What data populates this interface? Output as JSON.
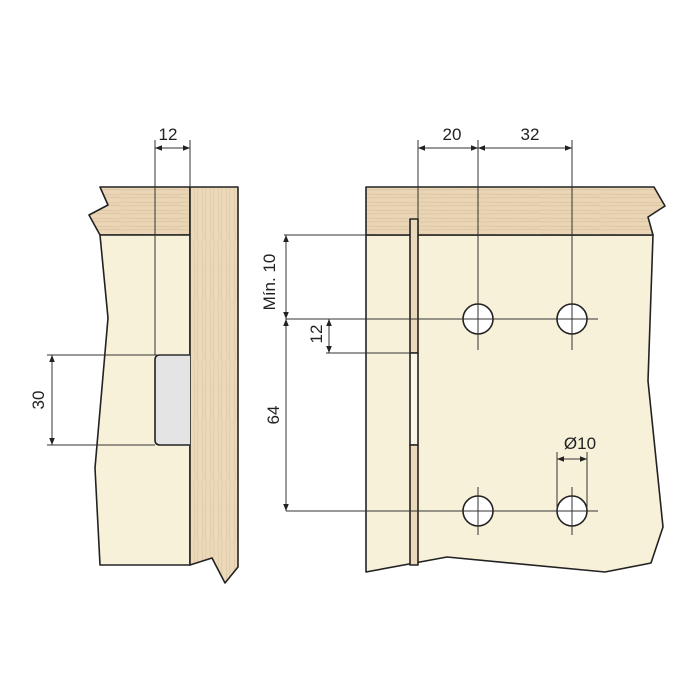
{
  "left_view": {
    "dim_width": "12",
    "dim_height": "30"
  },
  "right_view": {
    "dim_edge_to_hole": "20",
    "dim_hole_spacing_h": "32",
    "dim_min_top": "Mín. 10",
    "dim_strip": "12",
    "dim_hole_spacing_v": "64",
    "dim_diameter": "Ø10"
  },
  "colors": {
    "wood": "#ead6b6",
    "panel": "#f8f1d9",
    "slot": "#e4e4e4",
    "line": "#222222"
  }
}
